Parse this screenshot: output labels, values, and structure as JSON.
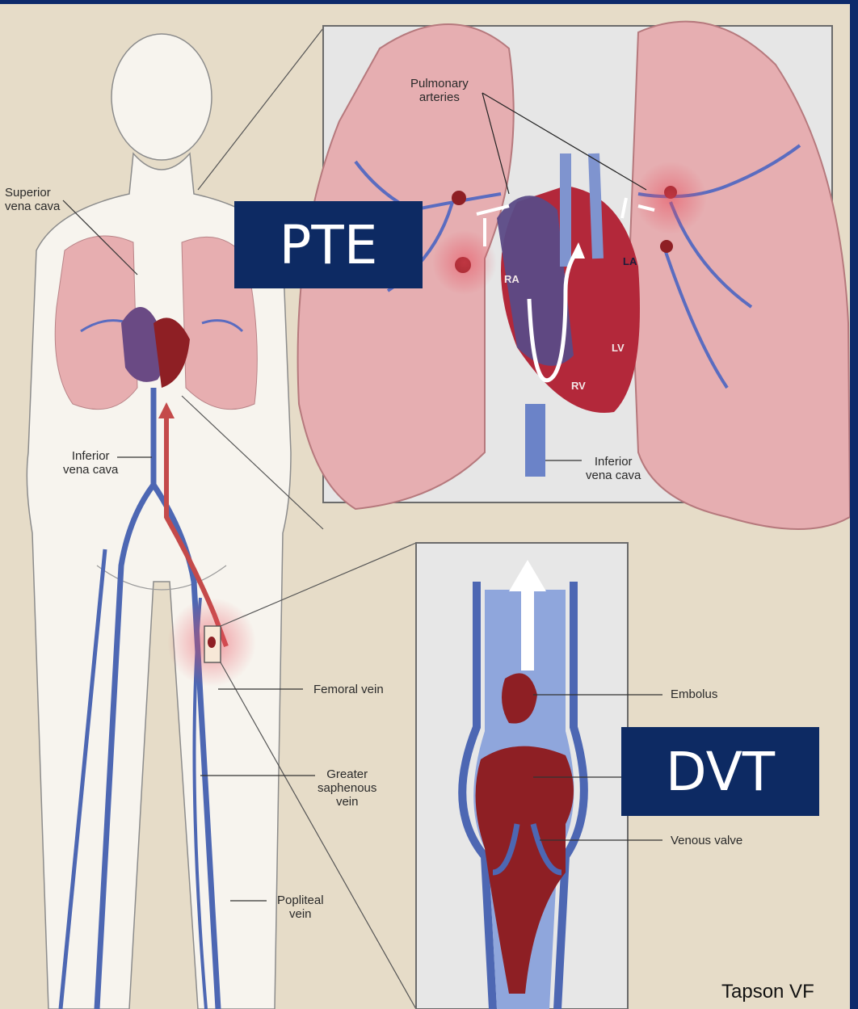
{
  "labels": {
    "superior_vena_cava": [
      "Superior",
      "vena cava"
    ],
    "pulmonary_arteries": [
      "Pulmonary",
      "arteries"
    ],
    "inferior_vena_cava_body": [
      "Inferior",
      "vena cava"
    ],
    "inferior_vena_cava_inset": [
      "Inferior",
      "vena cava"
    ],
    "femoral_vein": "Femoral vein",
    "greater_saphenous_vein": [
      "Greater",
      "saphenous",
      "vein"
    ],
    "popliteal_vein": [
      "Popliteal",
      "vein"
    ],
    "embolus": "Embolus",
    "venous_valve": "Venous valve",
    "heart_chambers": {
      "ra": "RA",
      "la": "LA",
      "lv": "LV",
      "rv": "RV"
    }
  },
  "callouts": {
    "pte": "PTE",
    "dvt": "DVT"
  },
  "credit": "Tapson VF",
  "colors": {
    "frame": "#0d2a6b",
    "callout_bg": "#0d2a63",
    "vein": "#4d67b3",
    "artery": "#c44a4a",
    "lung": "#e7aeb0",
    "clot": "#8e1f24",
    "background": "#e6dcc8"
  }
}
